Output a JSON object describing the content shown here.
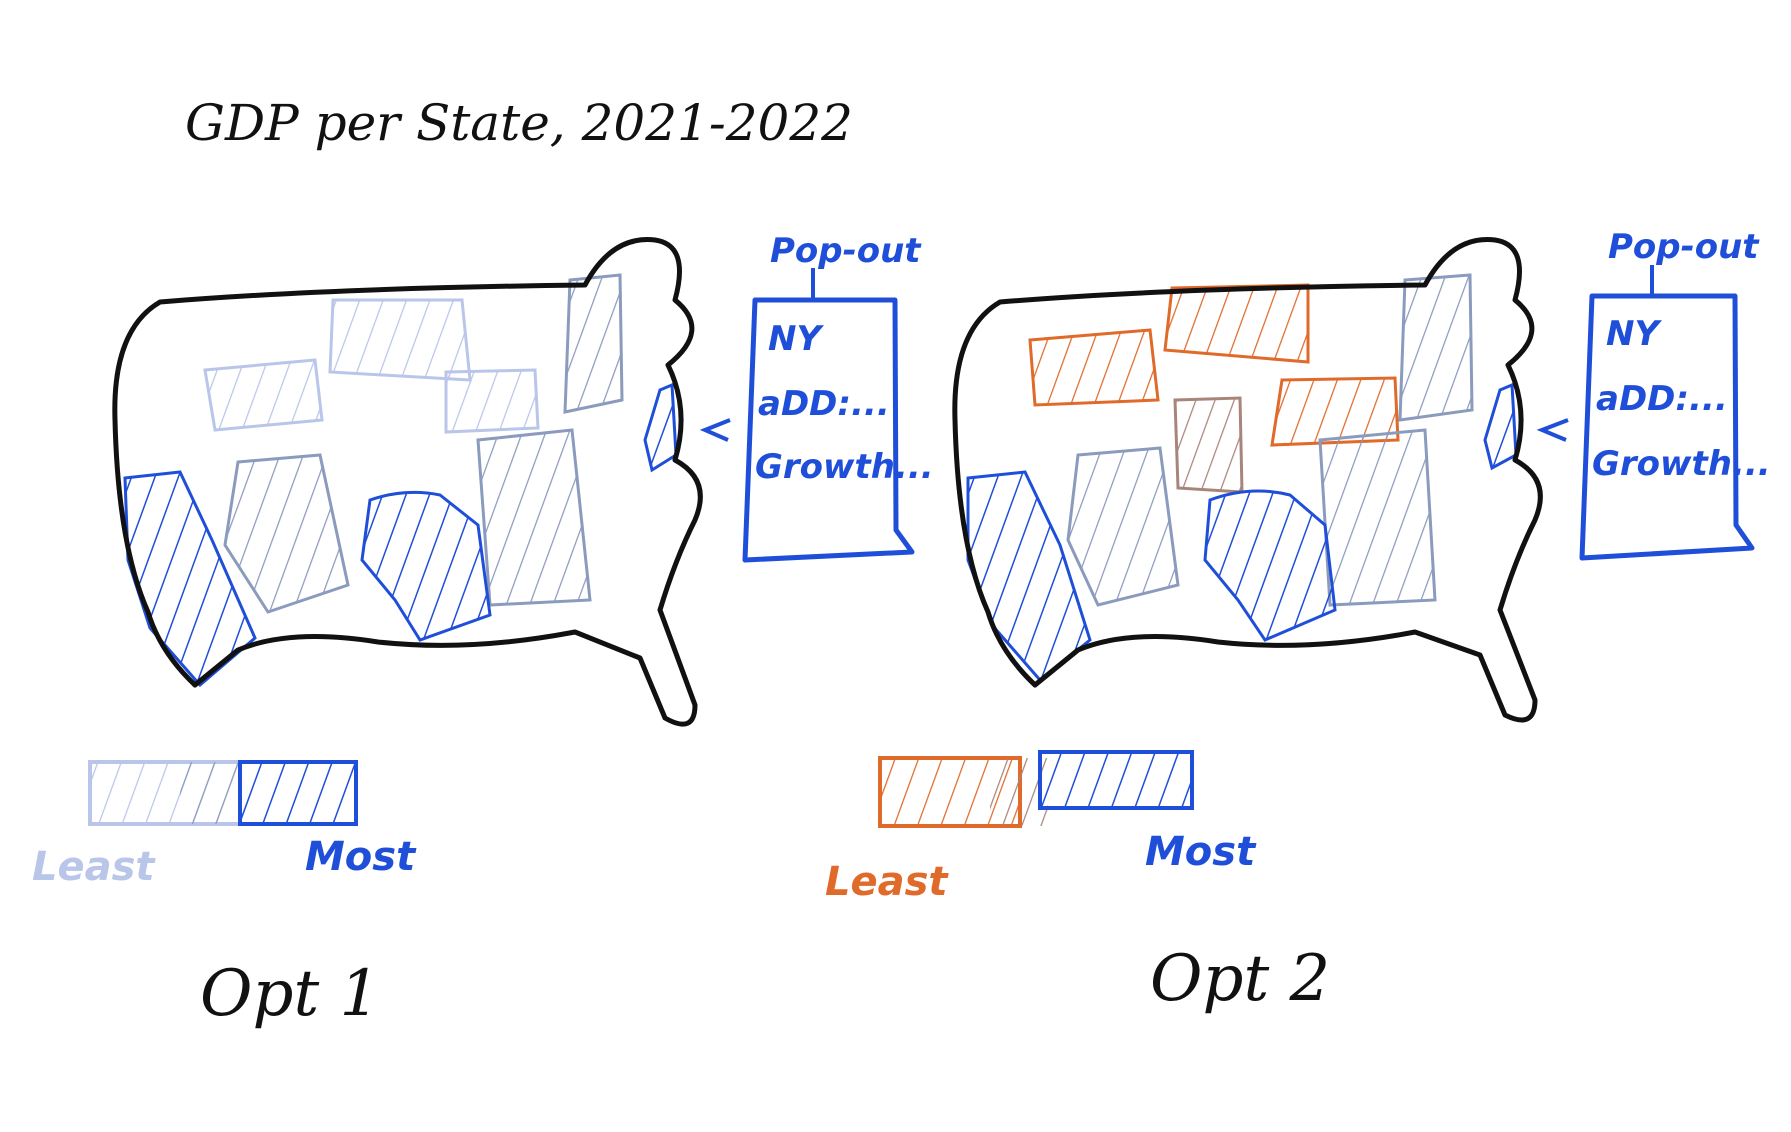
{
  "title": "GDP per State, 2021-2022",
  "colors": {
    "outline": "#111111",
    "most": "#1f4fd8",
    "least_opt1": "#b9c6ea",
    "mid_grey": "#8b9bbd",
    "orange": "#e06a2a",
    "brown": "#a8857a"
  },
  "options": [
    {
      "label": "Opt 1",
      "popout": {
        "title": "Pop-out",
        "items": [
          "NY",
          "aDD:...",
          "Growth..."
        ]
      },
      "legend": {
        "least": "Least",
        "most": "Most"
      }
    },
    {
      "label": "Opt 2",
      "popout": {
        "title": "Pop-out",
        "items": [
          "NY",
          "aDD:...",
          "Growth..."
        ]
      },
      "legend": {
        "least": "Least",
        "most": "Most"
      }
    }
  ]
}
